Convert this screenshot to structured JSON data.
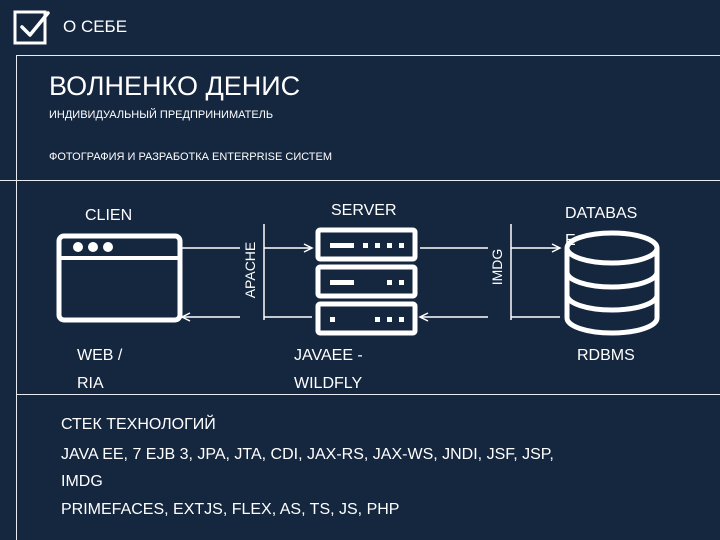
{
  "header": {
    "title": "О СЕБЕ",
    "icon": "checkbox-icon"
  },
  "profile": {
    "name": "ВОЛНЕНКО ДЕНИС",
    "role": "ИНДИВИДУАЛЬНЫЙ ПРЕДПРИНИМАТЕЛЬ",
    "activity": "ФОТОГРАФИЯ И РАЗРАБОТКА ENTERPRISE СИСТЕМ"
  },
  "diagram": {
    "client": {
      "title": "CLIEN",
      "sub1": "WEB /",
      "sub2": "RIA",
      "icon": "browser-window-icon"
    },
    "apache": "APACHE",
    "server": {
      "title": "SERVER",
      "sub1": "JAVAEE -",
      "sub2": "WILDFLY",
      "icon": "server-rack-icon"
    },
    "imdg": "IMDG",
    "database": {
      "title": "DATABAS",
      "title2": "E",
      "sub": "RDBMS",
      "icon": "database-icon"
    }
  },
  "stack": {
    "title": "СТЕК ТЕХНОЛОГИЙ",
    "line1": "JAVA EE, 7 EJB 3, JPA, JTA, CDI, JAX-RS, JAX-WS, JNDI, JSF, JSP,",
    "line2": "IMDG",
    "line3": "PRIMEFACES, EXTJS, FLEX, AS, TS, JS, PHP"
  },
  "colors": {
    "background": "#15263f",
    "foreground": "#ffffff"
  }
}
